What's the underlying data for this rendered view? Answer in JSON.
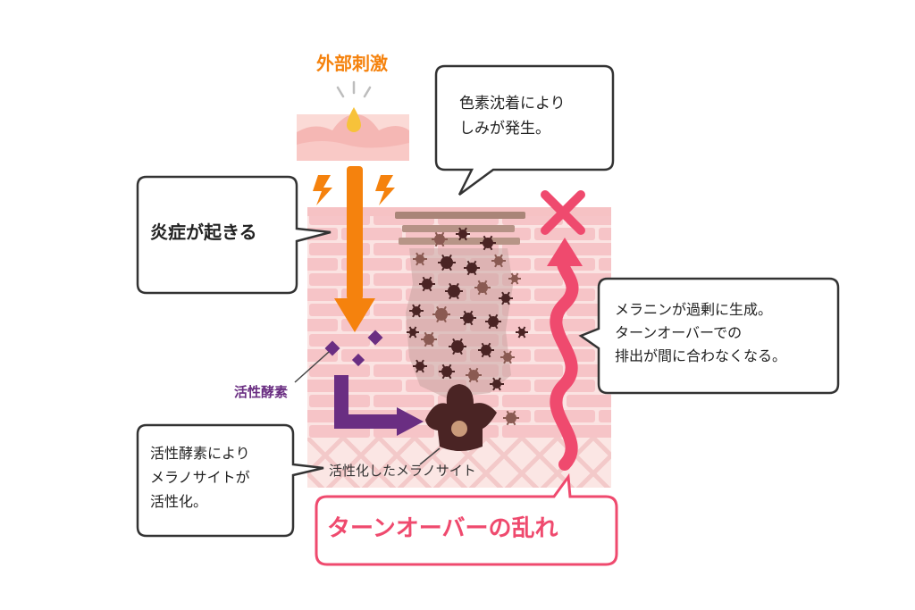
{
  "colors": {
    "orange": "#f5820d",
    "purple": "#6a2e82",
    "pink": "#ef4a6e",
    "skin_light": "#fbe0df",
    "skin_cell": "#f6c6c8",
    "melanin_dark": "#4a2424",
    "melanin_mid": "#8a5a52",
    "melanin_band": "#a98578"
  },
  "labels": {
    "external_stimulus": "外部刺激",
    "inflammation": "炎症が起きる",
    "pigment_deposit": "色素沈着により\nしみが発生。",
    "excess_melanin": "メラニンが過剰に生成。\nターンオーバーでの\n排出が間に合わなくなる。",
    "active_enzyme": "活性酵素",
    "enzyme_activation": "活性酵素により\nメラノサイトが\n活性化。",
    "activated_melanocyte": "活性化したメラノサイト",
    "turnover_disorder": "ターンオーバーの乱れ"
  },
  "icons": [
    "sparkle-lines-icon",
    "droplet-icon",
    "lightning-icon",
    "cross-mark-icon",
    "down-arrow-icon",
    "bent-arrow-icon",
    "wavy-arrow-icon"
  ]
}
